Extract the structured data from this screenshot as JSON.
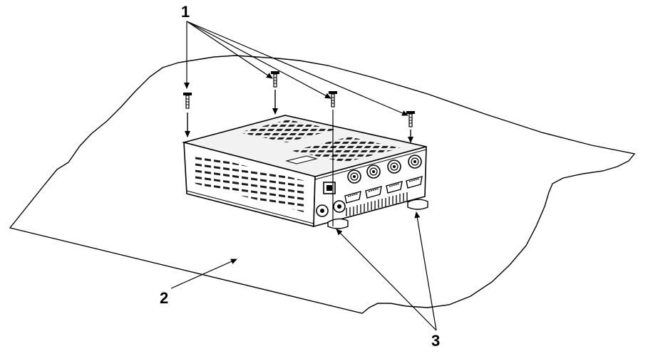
{
  "labels": {
    "screws": "1",
    "surface": "2",
    "feet": "3"
  },
  "colors": {
    "line": "#000000",
    "background": "#ffffff",
    "device_top": "#f2f2f2",
    "device_side": "#ffffff",
    "vent": "#1a1a1a"
  }
}
